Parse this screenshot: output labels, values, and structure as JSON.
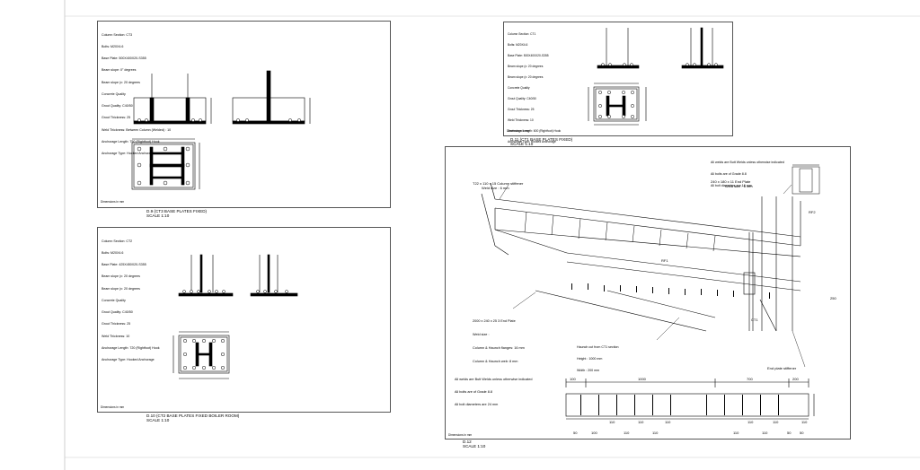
{
  "sheet_d9": {
    "spec": [
      "Column Section: CT3",
      "Bolts: M20X4.6",
      "Base Plate: 500X400X20-S355",
      "Beam slope: 0° degrees",
      "Beam slope (x: 20 degrees",
      "Concrete Quality",
      "Grout Quality: C40/50",
      "Grout Thickness: 25",
      "Weld Thickness: Between Column (Welded) : 10",
      "Anchorage Length: 750 (Rightfoot) Hook",
      "Anchorage Type: Hooked Anchorage"
    ],
    "footer": "Dimensions in mm",
    "caption_title": "D.9 (CT3 BASE PLATES FIXED)",
    "caption_scale": "SCALE 1:10"
  },
  "sheet_d10": {
    "spec": [
      "Column Section: CT2",
      "Bolts: M20X4.6",
      "Base Plate: 425X450X20-S355",
      "Beam slope (x: 20 degrees",
      "Beam slope (x: 20 degrees",
      "Concrete Quality",
      "Grout Quality: C40/50",
      "Grout Thickness: 25",
      "Weld Thickness: 10",
      "Anchorage Length: 720 (Rightfoot) Hook",
      "Anchorage Type: Hooked Anchorage"
    ],
    "footer": "Dimensions in mm",
    "caption_title": "D.10 (CT2 BASE PLATES FIXED BOILER ROOM)",
    "caption_scale": "SCALE 1:10"
  },
  "sheet_d11": {
    "spec": [
      "Column Section: CT1",
      "Bolts: M20X4.6",
      "Base Plate: 500X400X20-S355",
      "Beam slope (x: 20 degrees",
      "Beam slope (x: 20 degrees",
      "Concrete Quality",
      "Grout Quality: C40/50",
      "Grout Thickness: 25",
      "Weld Thickness: 10",
      "Anchorage Length: 600 (Rightfoot) Hook",
      "Anchorage Type: Hooked Anchorage"
    ],
    "footer": "Dimensions in mm",
    "caption_title": "D.11 (CT1 BASE PLATES FIXED)",
    "caption_scale": "SCALE 1:10"
  },
  "sheet_d12": {
    "notes_top": [
      "All welds are Butt Welds unless otherwise indicated",
      "All bolts are of Grade 8.8",
      "All bolt diameters are 16 mm"
    ],
    "notes_bottom": [
      "All welds are Butt Welds unless otherwise indicated",
      "All bolts are of Grade 8.8",
      "All bolt diameters are 24 mm"
    ],
    "stiffener_label": "T22 x 110 x 15 Column stiffener",
    "stiffener_weld": "Weld size : 6 mm",
    "endplate_label": "240 x 180 x 11 End Plate",
    "endplate_weld": "Weld size : 6 mm",
    "main_endplate": [
      "2000 x 240 x 25 3 End Plate",
      "Weld size :",
      "Column & Haunch flanges: 16 mm",
      "Column & Haunch web: 8 mm"
    ],
    "haunch": [
      "Haunch cut from CT1 section",
      "Height : 1000 mm",
      "Width : 200 mm"
    ],
    "endplate_stiffener": "End plate stiffener",
    "beam_label": "RF1",
    "column_label": "CT1",
    "rafter_label": "RF2",
    "small_label": "250",
    "dims_top": [
      "100",
      "1000",
      "700",
      "200"
    ],
    "dims_bottom_a": [
      "110",
      "110",
      "110",
      "110",
      "110",
      "110"
    ],
    "dims_bottom_b": [
      "50",
      "100",
      "110",
      "110",
      "110",
      "110",
      "50",
      "50"
    ],
    "footer": "Dimensions in mm",
    "caption_title": "D.12",
    "caption_scale": "SCALE 1:10"
  }
}
